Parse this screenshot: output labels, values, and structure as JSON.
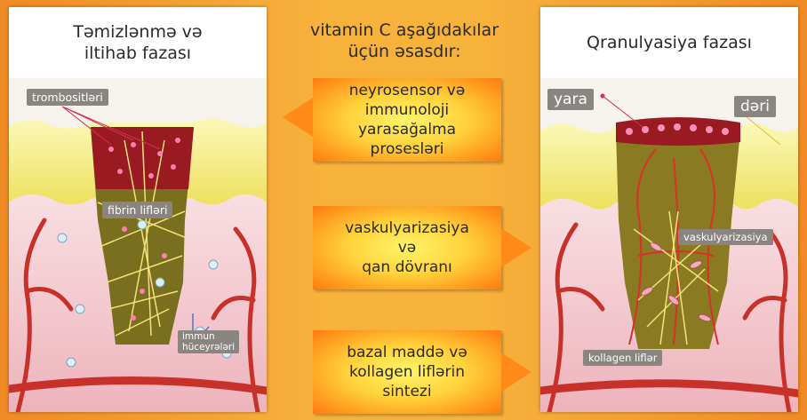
{
  "center": {
    "title": "vitamin C aşağıdakılar\nüçün əsasdır:",
    "boxes": [
      {
        "text": "neyrosensor və\nimmunoloji\nyarasağalma\nprosesləri"
      },
      {
        "text": "vaskulyarizasiya\nvə\nqan dövranı"
      },
      {
        "text": "bazal maddə və\nkollagen liflərin\nsintezi"
      }
    ]
  },
  "left_panel": {
    "title": "Təmizlənmə və\niltihab fazası",
    "labels": {
      "platelets": "trombositləri",
      "fibrin": "fibrin lifləri",
      "immune": "immun\nhüceyrələri"
    }
  },
  "right_panel": {
    "title": "Qranulyasiya fazası",
    "labels": {
      "wound": "yara",
      "skin": "dəri",
      "vasc": "vaskulyarizasiya",
      "collagen": "kollagen liflər"
    }
  },
  "colors": {
    "background": "#f5a030",
    "box_center": "#fff46a",
    "box_edge": "#ff7a10",
    "skin_fat": "#f6f08a",
    "dermis": "#f3c9cf",
    "vessel": "#c8302a",
    "clot": "#9a1a22",
    "granulation": "#8a7a22"
  }
}
